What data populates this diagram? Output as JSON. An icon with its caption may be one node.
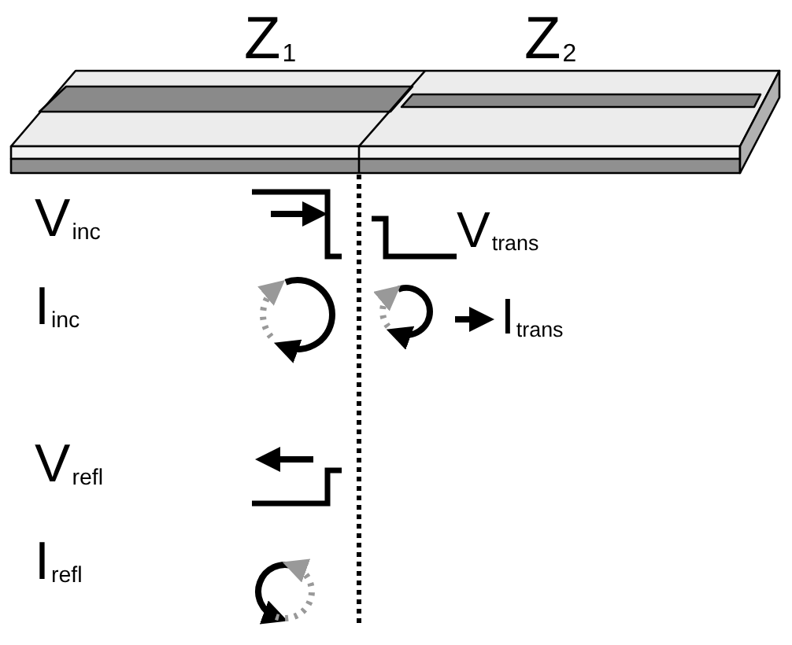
{
  "diagram": {
    "labels": [
      "Z$_{1}$",
      "Z$_{2}$",
      "V$_{inc}$",
      "V$_{trans}$",
      "I$_{inc}$",
      "I$_{trans}$",
      "V$_{refl}$",
      "I$_{refl}$"
    ]
  }
}
